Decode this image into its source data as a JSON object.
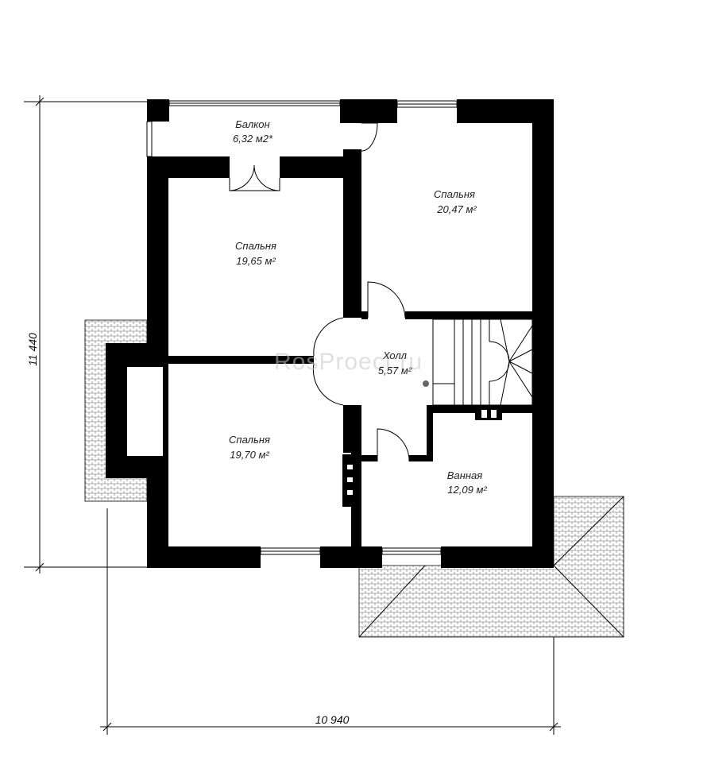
{
  "plan": {
    "rooms": [
      {
        "id": "balcony",
        "name": "Балкон",
        "area": "6,32 м2*"
      },
      {
        "id": "bedroom_ne",
        "name": "Спальня",
        "area": "20,47 м²"
      },
      {
        "id": "bedroom_nw",
        "name": "Спальня",
        "area": "19,65 м²"
      },
      {
        "id": "hall",
        "name": "Холл",
        "area": "5,57 м²"
      },
      {
        "id": "bedroom_sw",
        "name": "Спальня",
        "area": "19,70 м²"
      },
      {
        "id": "bathroom",
        "name": "Ванная",
        "area": "12,09 м²"
      }
    ],
    "dimensions": {
      "height": "11 440",
      "width": "10 940"
    },
    "watermark": "RosProect.ru"
  }
}
